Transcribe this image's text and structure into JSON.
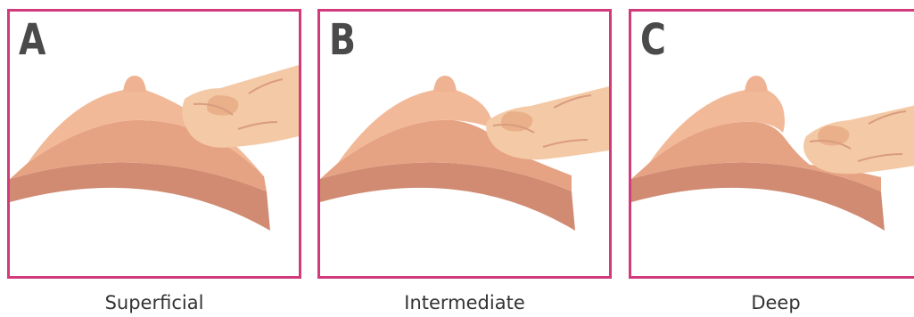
{
  "panels": [
    {
      "letter": "A",
      "caption": "Superficial"
    },
    {
      "letter": "B",
      "caption": "Intermediate"
    },
    {
      "letter": "C",
      "caption": "Deep"
    }
  ],
  "colors": {
    "frame": "#d13b7b",
    "letter": "#4a4a4a",
    "breast_light": "#f2b998",
    "breast_mid": "#e6a383",
    "breast_deep": "#d08b72",
    "finger": "#f4c9a5",
    "fingernail": "#e9b08a",
    "outline": "#d99c7e"
  }
}
